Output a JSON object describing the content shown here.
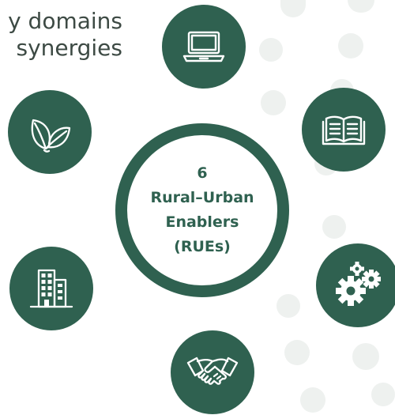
{
  "heading": {
    "line1": "y domains",
    "line2": " synergies"
  },
  "center": {
    "number": "6",
    "line1": "Rural–Urban",
    "line2": "Enablers",
    "line3": "(RUEs)"
  },
  "nodes": [
    {
      "icon": "laptop-icon"
    },
    {
      "icon": "open-book-icon"
    },
    {
      "icon": "gears-icon"
    },
    {
      "icon": "handshake-icon"
    },
    {
      "icon": "building-icon"
    },
    {
      "icon": "leaves-icon"
    }
  ],
  "colors": {
    "primary": "#2f6150",
    "heading_text": "#3d4a44",
    "background_dot": "#eef1ef"
  }
}
